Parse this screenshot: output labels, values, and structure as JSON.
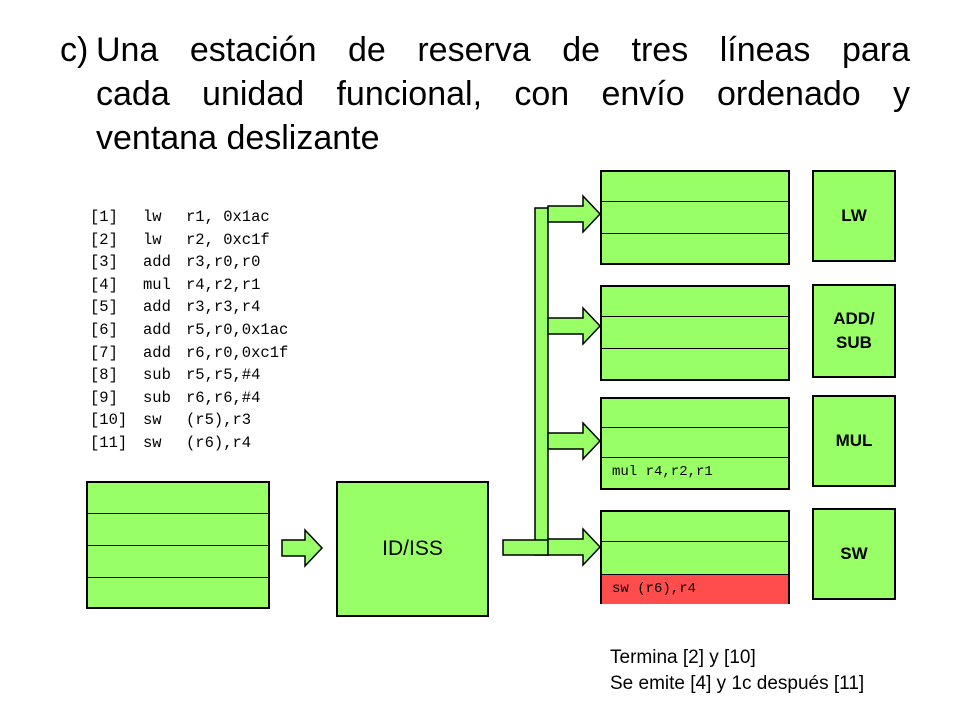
{
  "title": {
    "label": "c)",
    "line1": "Una estación de reserva de tres líneas para",
    "line2": "cada unidad funcional, con envío ordenado y",
    "line3": "ventana deslizante"
  },
  "program": [
    {
      "idx": "[1]",
      "op": "lw",
      "args": "r1, 0x1ac"
    },
    {
      "idx": "[2]",
      "op": "lw",
      "args": "r2, 0xc1f"
    },
    {
      "idx": "[3]",
      "op": "add",
      "args": "r3,r0,r0"
    },
    {
      "idx": "[4]",
      "op": "mul",
      "args": "r4,r2,r1"
    },
    {
      "idx": "[5]",
      "op": "add",
      "args": "r3,r3,r4"
    },
    {
      "idx": "[6]",
      "op": "add",
      "args": "r5,r0,0x1ac"
    },
    {
      "idx": "[7]",
      "op": "add",
      "args": "r6,r0,0xc1f"
    },
    {
      "idx": "[8]",
      "op": "sub",
      "args": "r5,r5,#4"
    },
    {
      "idx": "[9]",
      "op": "sub",
      "args": "r6,r6,#4"
    },
    {
      "idx": "[10]",
      "op": "sw",
      "args": "(r5),r3"
    },
    {
      "idx": "[11]",
      "op": "sw",
      "args": "(r6),r4"
    }
  ],
  "decode_stage": "ID/ISS",
  "functional_units": {
    "lw": "LW",
    "addsub": "ADD/\nSUB",
    "mul": "MUL",
    "sw": "SW"
  },
  "stations": {
    "mul_slot3": "mul r4,r2,r1",
    "sw_slot3": "sw (r6),r4"
  },
  "notes": {
    "line1": "Termina [2] y [10]",
    "line2": "Se emite [4] y 1c después [11]"
  },
  "colors": {
    "box_fill": "#99ff66",
    "highlight_fill": "#ff4d4d",
    "border": "#000000"
  }
}
